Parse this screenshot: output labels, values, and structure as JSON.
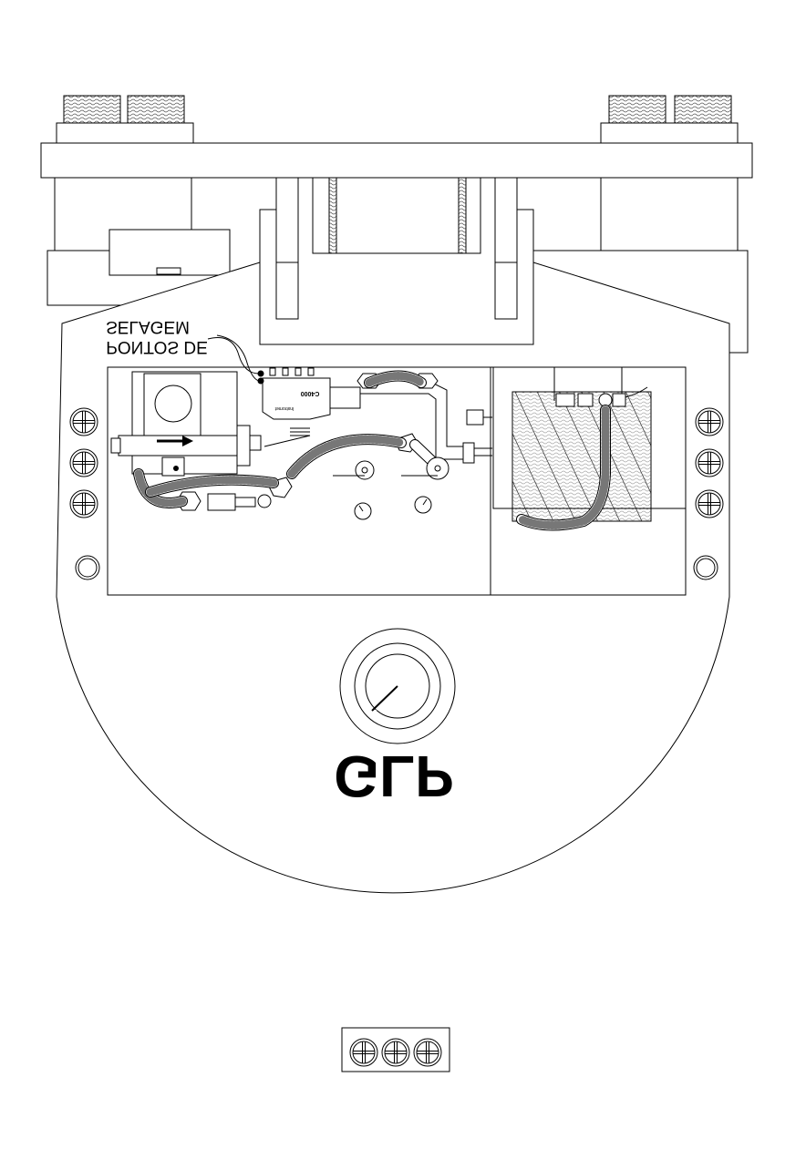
{
  "labels": {
    "sealing_points_line1": "PONTOS DE",
    "sealing_points_line2": "SELAGEM",
    "fuel_type": "GLP",
    "meter_model": "C4000",
    "meter_brand": "Instromet"
  },
  "icons": {
    "screw": "screw-head-cross-icon",
    "gauge": "pressure-gauge-icon",
    "flow": "flow-direction-arrow-icon"
  },
  "colors": {
    "line": "#000000",
    "background": "#ffffff"
  }
}
